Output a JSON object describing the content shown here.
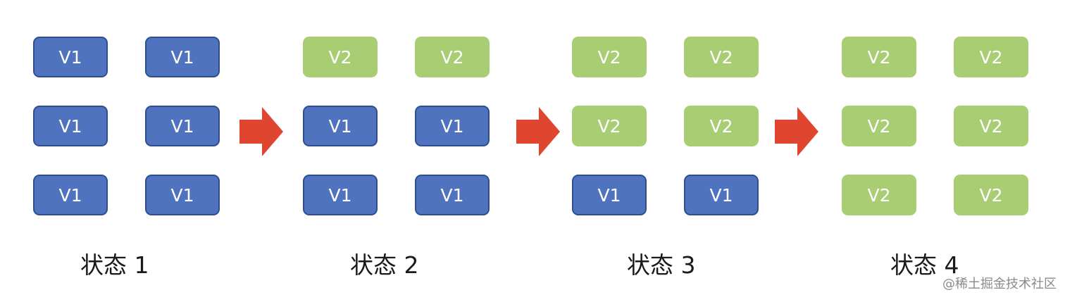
{
  "colors": {
    "v1_fill": "#4f73bf",
    "v2_fill": "#a8cd73",
    "arrow": "#e04530"
  },
  "states": [
    {
      "label": "状态 1",
      "boxes": [
        "V1",
        "V1",
        "V1",
        "V1",
        "V1",
        "V1"
      ]
    },
    {
      "label": "状态 2",
      "boxes": [
        "V2",
        "V2",
        "V1",
        "V1",
        "V1",
        "V1"
      ]
    },
    {
      "label": "状态 3",
      "boxes": [
        "V2",
        "V2",
        "V2",
        "V2",
        "V1",
        "V1"
      ]
    },
    {
      "label": "状态 4",
      "boxes": [
        "V2",
        "V2",
        "V2",
        "V2",
        "V2",
        "V2"
      ]
    }
  ],
  "watermark": "@稀土掘金技术社区"
}
